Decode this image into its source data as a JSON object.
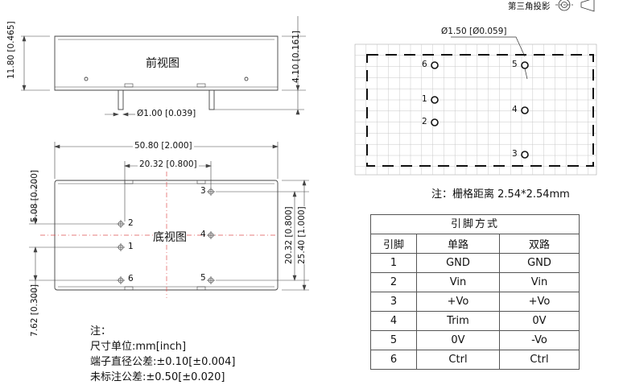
{
  "header": {
    "projection_label": "第三角投影"
  },
  "front_view": {
    "title": "前视图",
    "height_dim": "11.80 [0.465]",
    "thickness_dim": "4.10 [0.161]",
    "pin_dia_dim": "Ø1.00 [0.039]"
  },
  "bottom_view": {
    "title": "底视图",
    "width_dim": "50.80 [2.000]",
    "pin_span_dim": "20.32 [0.800]",
    "left_top_dim": "5.08 [0.200]",
    "left_bottom_dim": "7.62 [0.300]",
    "right_pin_span_dim": "20.32 [0.800]",
    "right_height_dim": "25.40 [1.000]",
    "pins": [
      {
        "id": "pin-1",
        "label": "1"
      },
      {
        "id": "pin-2",
        "label": "2"
      },
      {
        "id": "pin-3",
        "label": "3"
      },
      {
        "id": "pin-4",
        "label": "4"
      },
      {
        "id": "pin-5",
        "label": "5"
      },
      {
        "id": "pin-6",
        "label": "6"
      }
    ]
  },
  "grid_view": {
    "hole_dim": "Ø1.50 [Ø0.059]",
    "grid_note": "注：栅格距离 2.54*2.54mm",
    "pins": [
      "1",
      "2",
      "3",
      "4",
      "5",
      "6"
    ]
  },
  "notes": {
    "heading": "注：",
    "unit": "尺寸单位:mm[inch]",
    "pin_tolerance": "端子直径公差:±0.10[±0.004]",
    "general_tolerance": "未标注公差:±0.50[±0.020]"
  },
  "pin_table": {
    "title": "引脚方式",
    "headers": [
      "引脚",
      "单路",
      "双路"
    ],
    "rows": [
      [
        "1",
        "GND",
        "GND"
      ],
      [
        "2",
        "Vin",
        "Vin"
      ],
      [
        "3",
        "+Vo",
        "+Vo"
      ],
      [
        "4",
        "Trim",
        "0V"
      ],
      [
        "5",
        "0V",
        "-Vo"
      ],
      [
        "6",
        "Ctrl",
        "Ctrl"
      ]
    ]
  }
}
